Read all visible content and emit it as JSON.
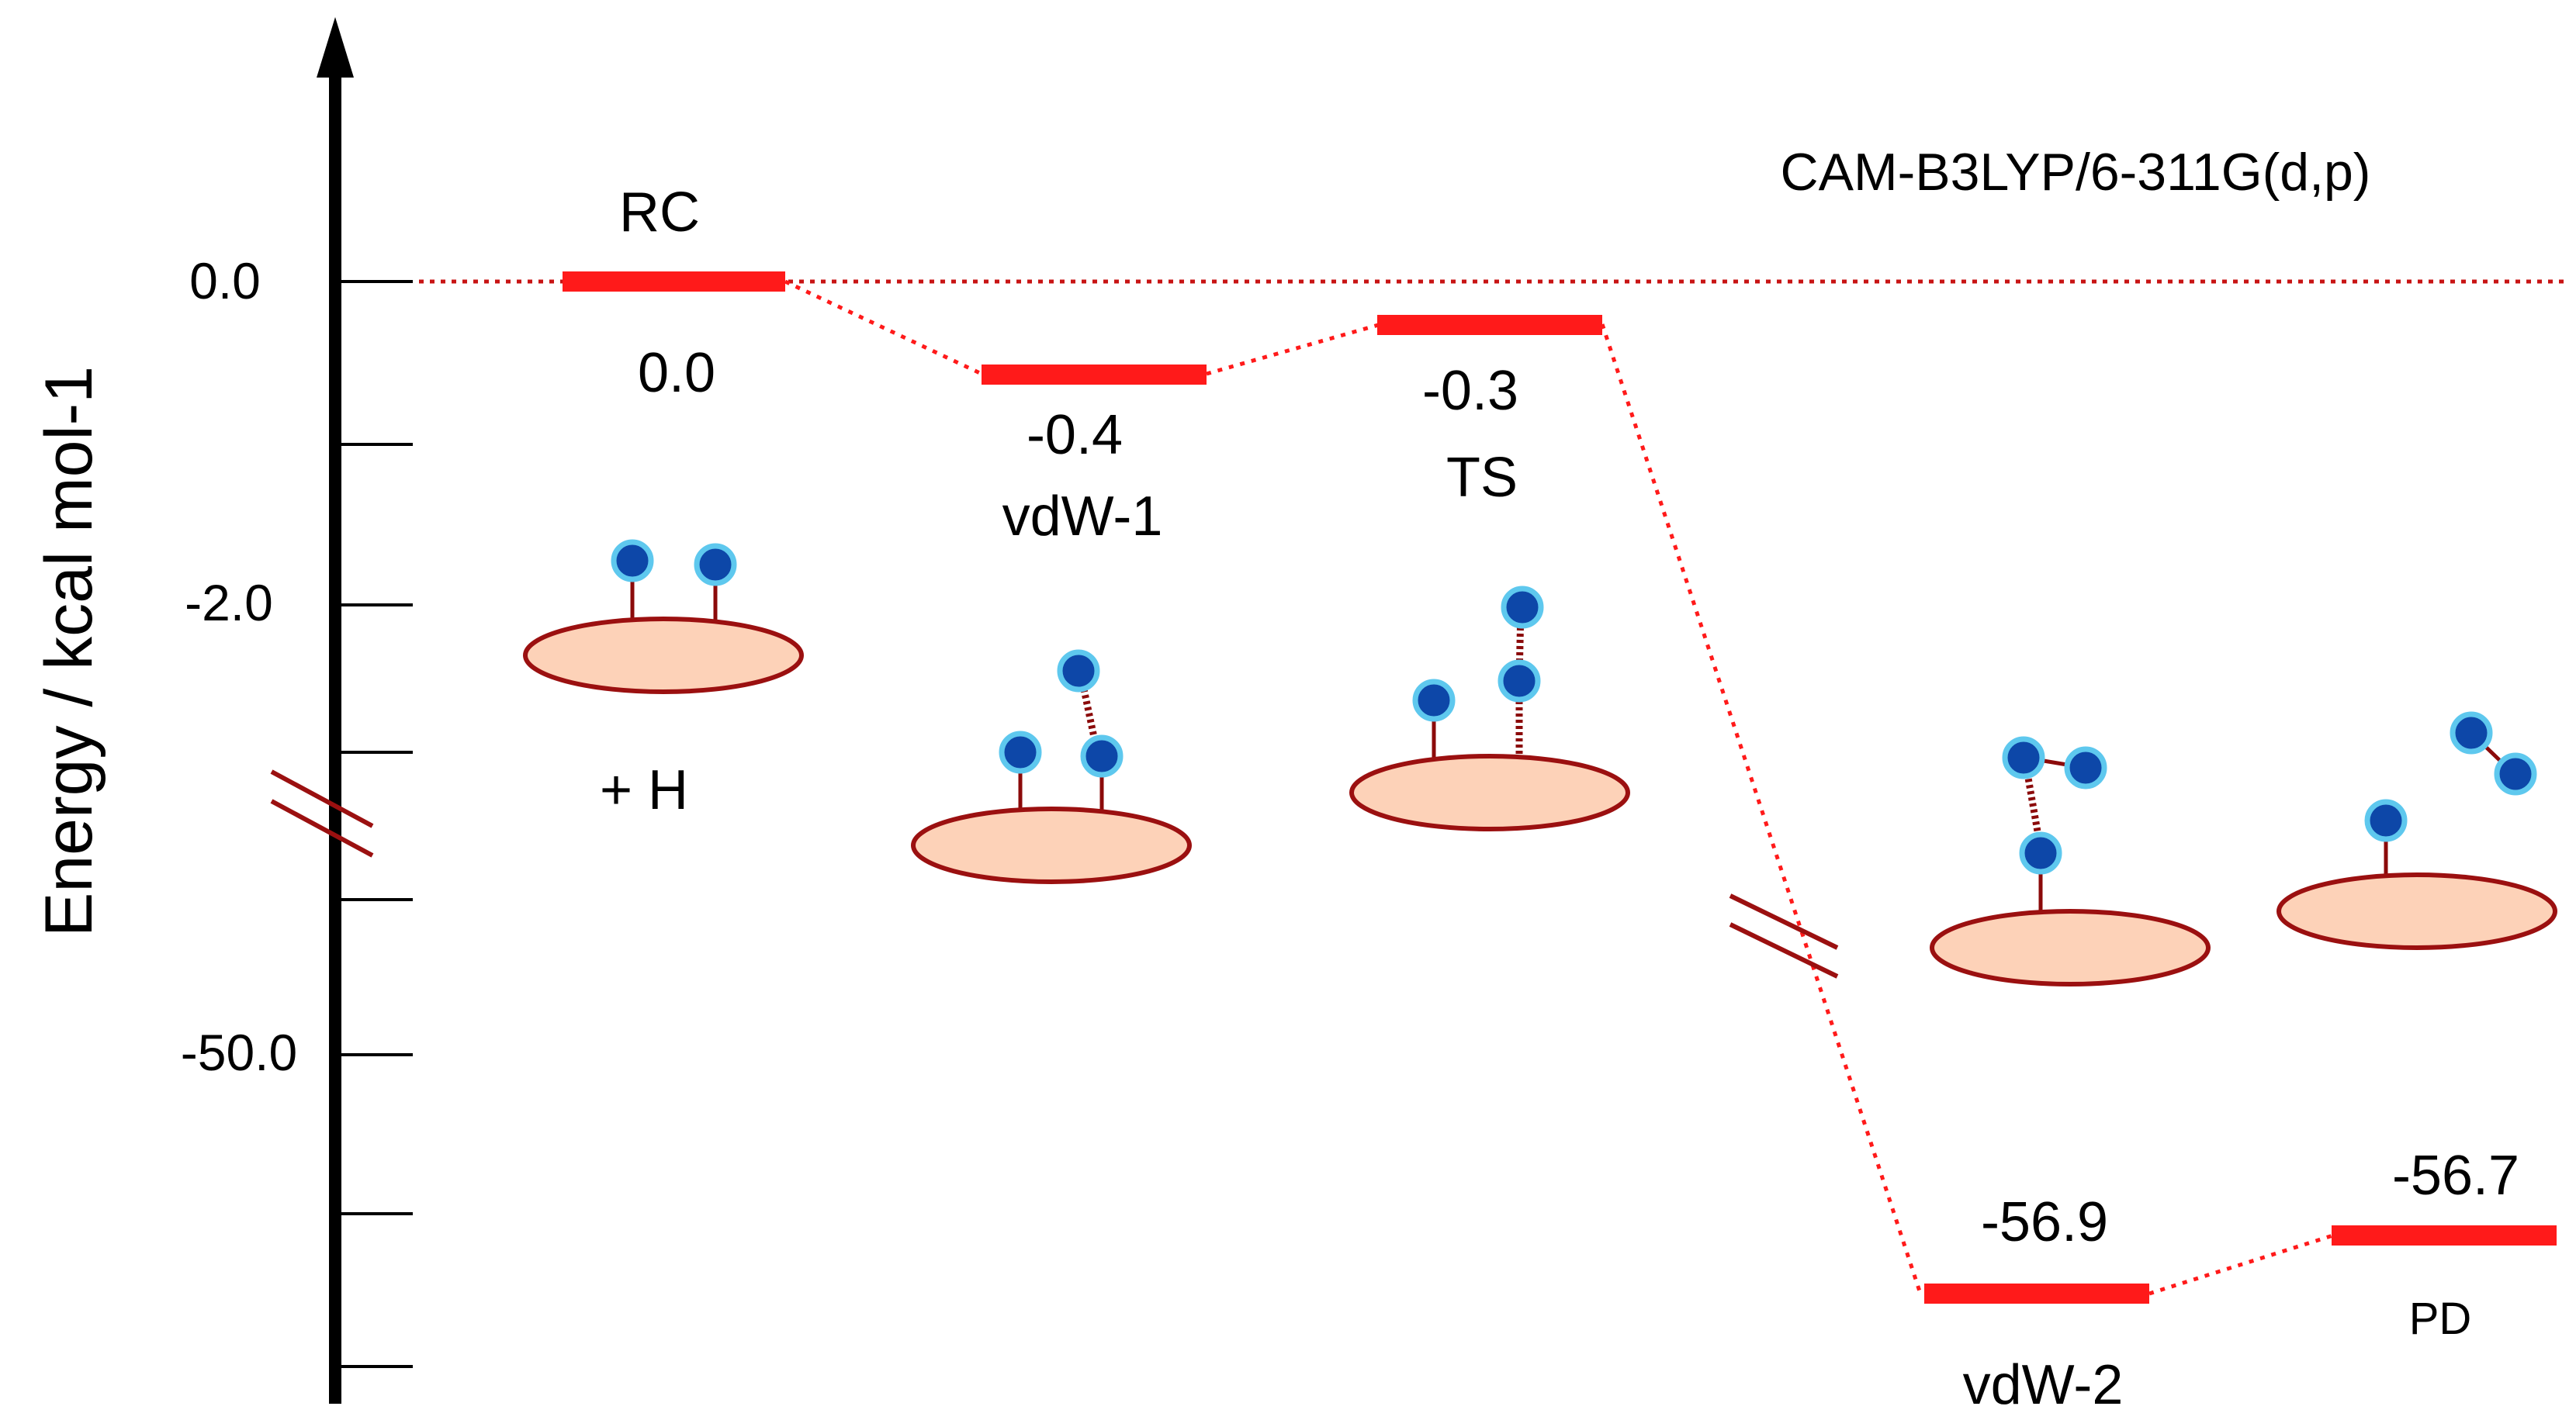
{
  "method_label": "CAM-B3LYP/6-311G(d,p)",
  "axis": {
    "label": "Energy / kcal mol-1",
    "ticks": [
      "0.0",
      "-2.0",
      "-50.0"
    ]
  },
  "levels": [
    {
      "id": "rc",
      "name": "RC",
      "value": "0.0",
      "energy": 0.0
    },
    {
      "id": "vdw1",
      "name": "vdW-1",
      "value": "-0.4",
      "energy": -0.4
    },
    {
      "id": "ts",
      "name": "TS",
      "value": "-0.3",
      "energy": -0.3
    },
    {
      "id": "vdw2",
      "name": "vdW-2",
      "value": "-56.9",
      "energy": -56.9
    },
    {
      "id": "pd",
      "name": "PD",
      "value": "-56.7",
      "energy": -56.7
    }
  ],
  "reactant_extra": "+ H",
  "colors": {
    "level": "#ff1a1a",
    "connector": "#ff1a1a",
    "surface_fill": "#fdd2b8",
    "surface_stroke": "#9b1010",
    "atom_fill": "#0d47a8",
    "atom_ring": "#5ec8ee",
    "bond": "#8b0a0a",
    "axis": "#000000"
  }
}
